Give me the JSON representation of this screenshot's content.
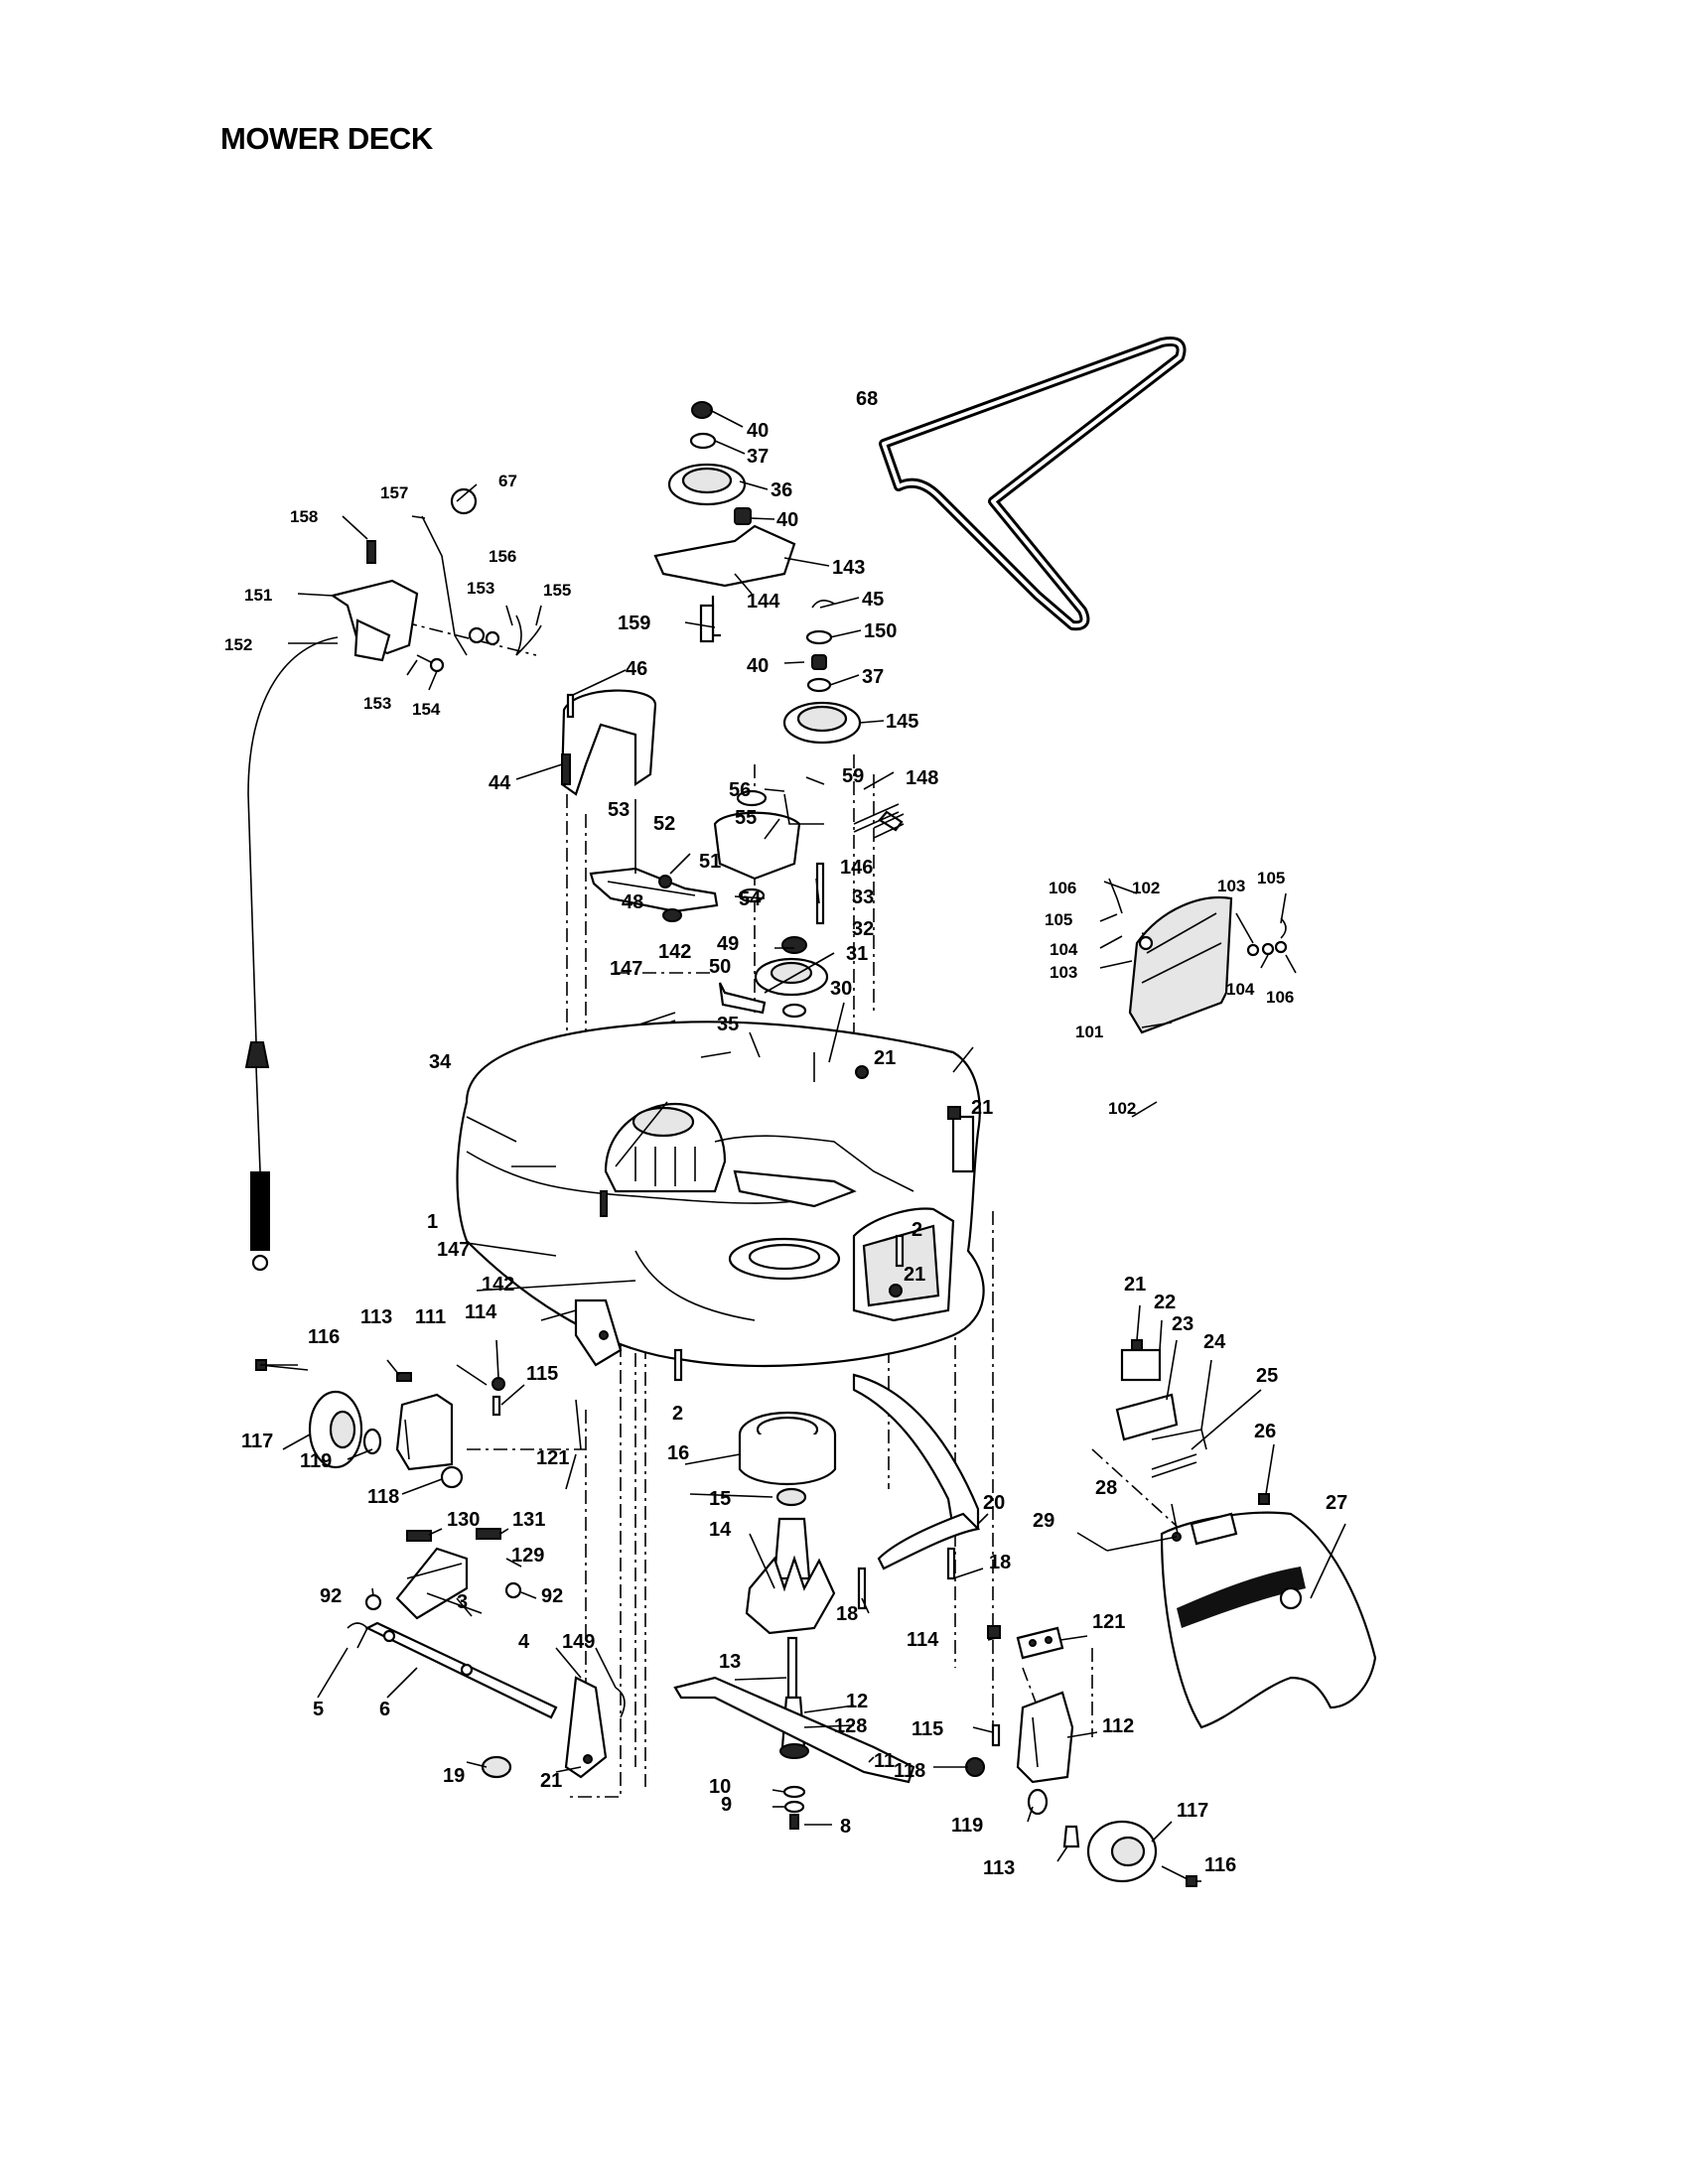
{
  "title": "MOWER DECK",
  "callouts": [
    {
      "id": "c1",
      "label": "1"
    },
    {
      "id": "c2a",
      "label": "2"
    },
    {
      "id": "c2b",
      "label": "2"
    },
    {
      "id": "c3",
      "label": "3"
    },
    {
      "id": "c4",
      "label": "4"
    },
    {
      "id": "c5",
      "label": "5"
    },
    {
      "id": "c6",
      "label": "6"
    },
    {
      "id": "c8",
      "label": "8"
    },
    {
      "id": "c9",
      "label": "9"
    },
    {
      "id": "c10",
      "label": "10"
    },
    {
      "id": "c11",
      "label": "11"
    },
    {
      "id": "c12",
      "label": "12"
    },
    {
      "id": "c13",
      "label": "13"
    },
    {
      "id": "c14",
      "label": "14"
    },
    {
      "id": "c15",
      "label": "15"
    },
    {
      "id": "c16",
      "label": "16"
    },
    {
      "id": "c18a",
      "label": "18"
    },
    {
      "id": "c18b",
      "label": "18"
    },
    {
      "id": "c19",
      "label": "19"
    },
    {
      "id": "c20",
      "label": "20"
    },
    {
      "id": "c21a",
      "label": "21"
    },
    {
      "id": "c21b",
      "label": "21"
    },
    {
      "id": "c21c",
      "label": "21"
    },
    {
      "id": "c21d",
      "label": "21"
    },
    {
      "id": "c21e",
      "label": "21"
    },
    {
      "id": "c22",
      "label": "22"
    },
    {
      "id": "c23",
      "label": "23"
    },
    {
      "id": "c24",
      "label": "24"
    },
    {
      "id": "c25",
      "label": "25"
    },
    {
      "id": "c26",
      "label": "26"
    },
    {
      "id": "c27",
      "label": "27"
    },
    {
      "id": "c28",
      "label": "28"
    },
    {
      "id": "c29",
      "label": "29"
    },
    {
      "id": "c30",
      "label": "30"
    },
    {
      "id": "c31",
      "label": "31"
    },
    {
      "id": "c32",
      "label": "32"
    },
    {
      "id": "c33",
      "label": "33"
    },
    {
      "id": "c34",
      "label": "34"
    },
    {
      "id": "c35",
      "label": "35"
    },
    {
      "id": "c36",
      "label": "36"
    },
    {
      "id": "c37a",
      "label": "37"
    },
    {
      "id": "c37b",
      "label": "37"
    },
    {
      "id": "c40a",
      "label": "40"
    },
    {
      "id": "c40b",
      "label": "40"
    },
    {
      "id": "c40c",
      "label": "40"
    },
    {
      "id": "c44",
      "label": "44"
    },
    {
      "id": "c45",
      "label": "45"
    },
    {
      "id": "c46",
      "label": "46"
    },
    {
      "id": "c48",
      "label": "48"
    },
    {
      "id": "c49",
      "label": "49"
    },
    {
      "id": "c50",
      "label": "50"
    },
    {
      "id": "c51",
      "label": "51"
    },
    {
      "id": "c52",
      "label": "52"
    },
    {
      "id": "c53",
      "label": "53"
    },
    {
      "id": "c54",
      "label": "54"
    },
    {
      "id": "c55",
      "label": "55"
    },
    {
      "id": "c56",
      "label": "56"
    },
    {
      "id": "c59",
      "label": "59"
    },
    {
      "id": "c67",
      "label": "67"
    },
    {
      "id": "c68",
      "label": "68"
    },
    {
      "id": "c92a",
      "label": "92"
    },
    {
      "id": "c92b",
      "label": "92"
    },
    {
      "id": "c101",
      "label": "101"
    },
    {
      "id": "c102a",
      "label": "102"
    },
    {
      "id": "c102b",
      "label": "102"
    },
    {
      "id": "c103a",
      "label": "103"
    },
    {
      "id": "c103b",
      "label": "103"
    },
    {
      "id": "c104a",
      "label": "104"
    },
    {
      "id": "c104b",
      "label": "104"
    },
    {
      "id": "c105a",
      "label": "105"
    },
    {
      "id": "c105b",
      "label": "105"
    },
    {
      "id": "c106a",
      "label": "106"
    },
    {
      "id": "c106b",
      "label": "106"
    },
    {
      "id": "c111",
      "label": "111"
    },
    {
      "id": "c112",
      "label": "112"
    },
    {
      "id": "c113a",
      "label": "113"
    },
    {
      "id": "c113b",
      "label": "113"
    },
    {
      "id": "c114a",
      "label": "114"
    },
    {
      "id": "c114b",
      "label": "114"
    },
    {
      "id": "c115a",
      "label": "115"
    },
    {
      "id": "c115b",
      "label": "115"
    },
    {
      "id": "c116a",
      "label": "116"
    },
    {
      "id": "c116b",
      "label": "116"
    },
    {
      "id": "c117a",
      "label": "117"
    },
    {
      "id": "c117b",
      "label": "117"
    },
    {
      "id": "c118a",
      "label": "118"
    },
    {
      "id": "c118b",
      "label": "118"
    },
    {
      "id": "c119a",
      "label": "119"
    },
    {
      "id": "c119b",
      "label": "119"
    },
    {
      "id": "c121a",
      "label": "121"
    },
    {
      "id": "c121b",
      "label": "121"
    },
    {
      "id": "c128",
      "label": "128"
    },
    {
      "id": "c129",
      "label": "129"
    },
    {
      "id": "c130",
      "label": "130"
    },
    {
      "id": "c131",
      "label": "131"
    },
    {
      "id": "c142a",
      "label": "142"
    },
    {
      "id": "c142b",
      "label": "142"
    },
    {
      "id": "c143",
      "label": "143"
    },
    {
      "id": "c144",
      "label": "144"
    },
    {
      "id": "c145",
      "label": "145"
    },
    {
      "id": "c146",
      "label": "146"
    },
    {
      "id": "c147a",
      "label": "147"
    },
    {
      "id": "c147b",
      "label": "147"
    },
    {
      "id": "c148",
      "label": "148"
    },
    {
      "id": "c149",
      "label": "149"
    },
    {
      "id": "c150",
      "label": "150"
    },
    {
      "id": "c151",
      "label": "151"
    },
    {
      "id": "c152",
      "label": "152"
    },
    {
      "id": "c153a",
      "label": "153"
    },
    {
      "id": "c153b",
      "label": "153"
    },
    {
      "id": "c154",
      "label": "154"
    },
    {
      "id": "c155",
      "label": "155"
    },
    {
      "id": "c156",
      "label": "156"
    },
    {
      "id": "c157",
      "label": "157"
    },
    {
      "id": "c158",
      "label": "158"
    },
    {
      "id": "c159",
      "label": "159"
    }
  ]
}
